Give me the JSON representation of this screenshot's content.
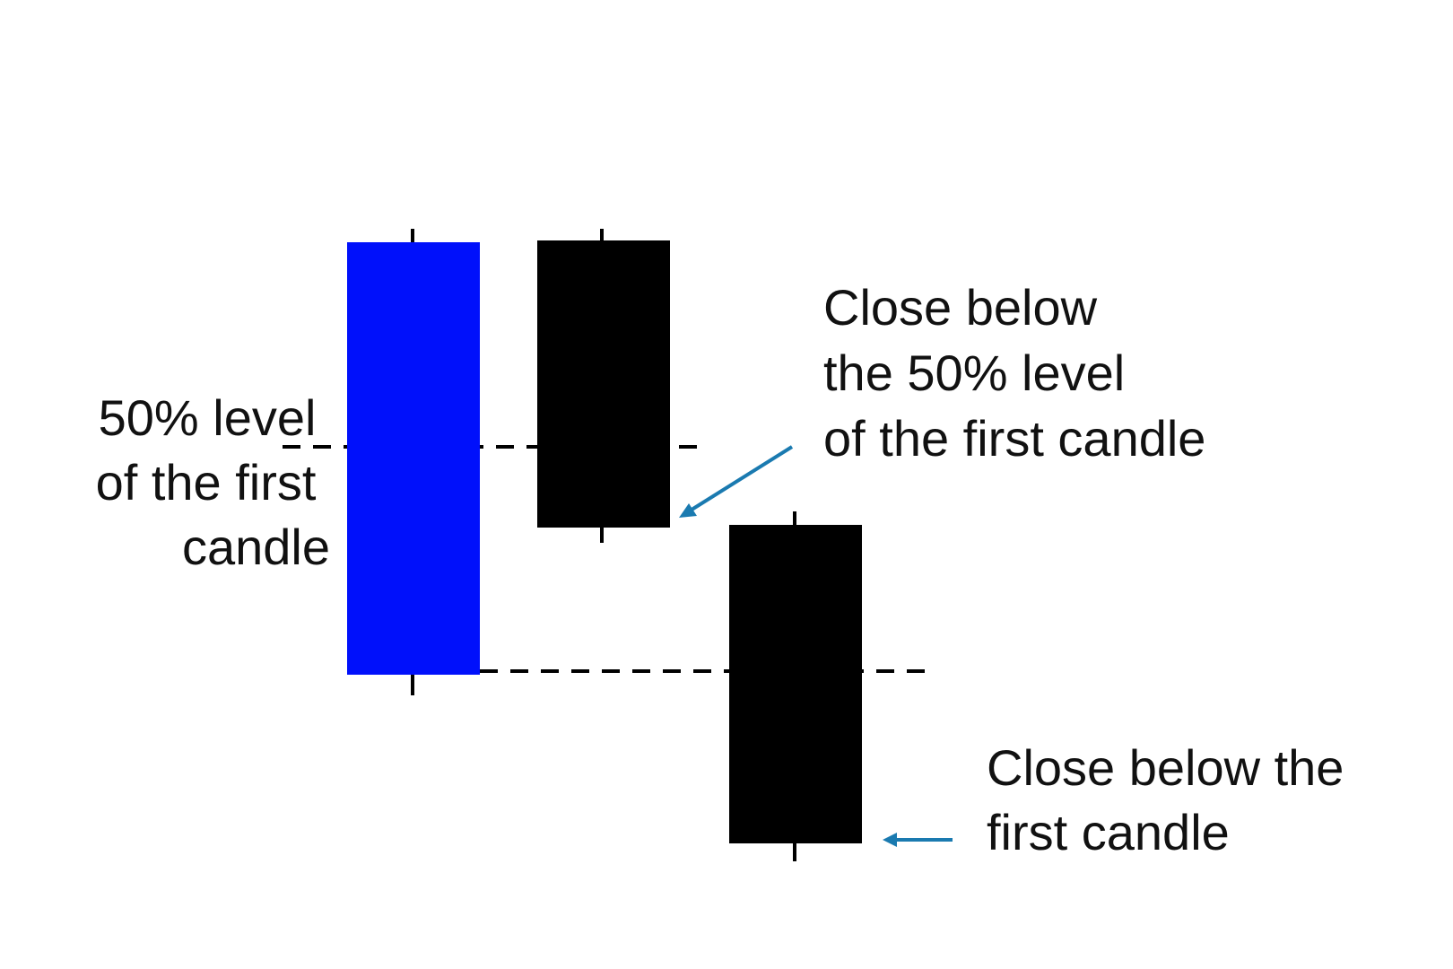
{
  "diagram": {
    "colors": {
      "background": "#ffffff",
      "first_candle": "#0010fb",
      "second_candle": "#000000",
      "third_candle": "#000000",
      "dashed_lines": "#000000",
      "arrows": "#1a7ab0"
    },
    "left_label": {
      "lines": [
        "50% level",
        "of the first",
        "candle"
      ]
    },
    "middle_annotation": {
      "lines": [
        "Close below",
        "the 50% level",
        "of the first candle"
      ]
    },
    "bottom_annotation": {
      "lines": [
        "Close below the",
        "first candle"
      ]
    }
  }
}
